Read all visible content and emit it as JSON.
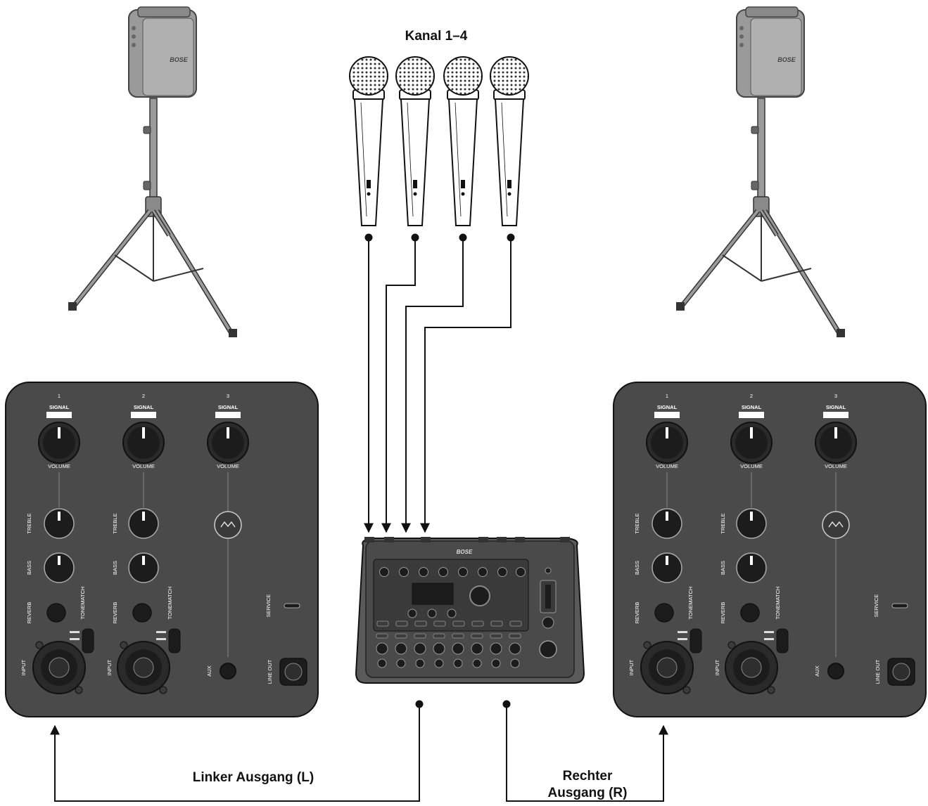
{
  "labels": {
    "channels": "Kanal 1–4",
    "left_output": "Linker Ausgang (L)",
    "right_output": "Rechter Ausgang (R)"
  },
  "speaker_brand": "BOSE",
  "mixer_brand": "BOSE",
  "panel": {
    "channel_numbers": [
      "1",
      "2",
      "3"
    ],
    "signal_label": "SIGNAL",
    "volume_label": "VOLUME",
    "treble_label": "TREBLE",
    "bass_label": "BASS",
    "reverb_label": "REVERB",
    "tonematch_label": "TONEMATCH",
    "input_label": "INPUT",
    "aux_label": "AUX",
    "service_label": "SERVICE",
    "line_out_label": "LINE OUT"
  },
  "colors": {
    "panel": "#4a4a4a",
    "knob": "#1c1c1c",
    "line": "#111111",
    "speaker": "#9a9a9a"
  }
}
